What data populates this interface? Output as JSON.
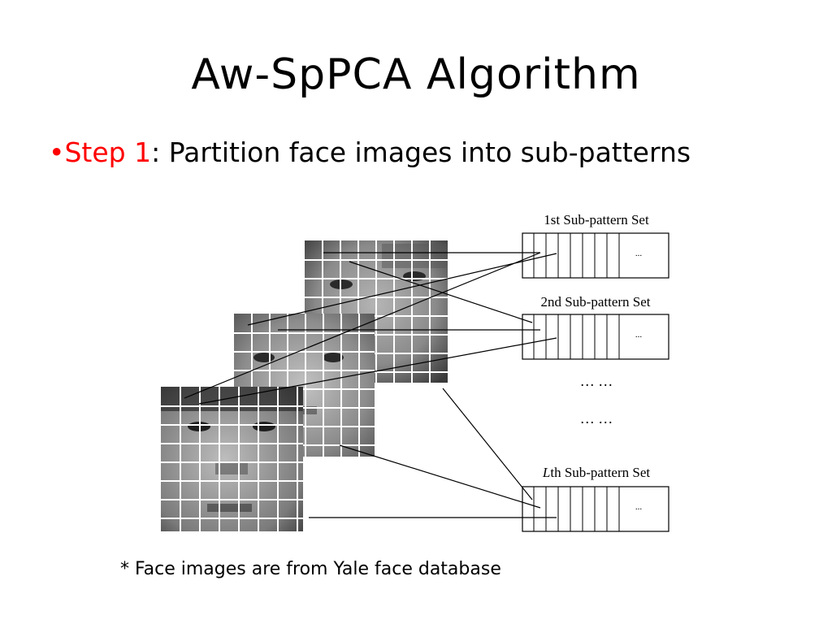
{
  "slide": {
    "title": "Aw-SpPCA Algorithm",
    "bullet_marker": "•",
    "bullet_step": "Step 1",
    "bullet_colon": ":",
    "bullet_text": " Partition face images into sub-patterns",
    "footnote": "* Face images are from Yale face database"
  },
  "figure": {
    "sets": [
      {
        "label_prefix": "",
        "label": "1st Sub-pattern Set",
        "cell_ellipsis": "..."
      },
      {
        "label_prefix": "",
        "label": "2nd Sub-pattern Set",
        "cell_ellipsis": "..."
      },
      {
        "label_prefix": "L",
        "label": "th Sub-pattern Set",
        "cell_ellipsis": "..."
      }
    ],
    "between_ellipsis_1": "… …",
    "between_ellipsis_2": "… …"
  },
  "colors": {
    "accent_red": "#ff0000",
    "text": "#000000",
    "grid_line": "#ffffff"
  }
}
